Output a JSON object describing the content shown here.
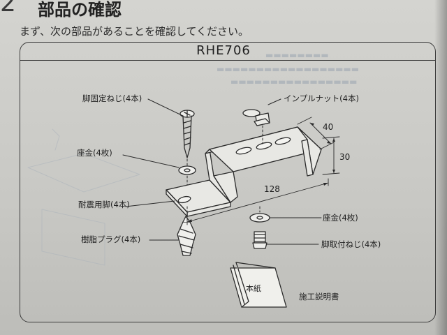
{
  "section": {
    "number": "2",
    "title": "部品の確認"
  },
  "intro_text": "まず、次の部品があることを確認してください。",
  "model": "RHE706",
  "parts": {
    "fixing_screw": "脚固定ねじ(4本)",
    "washer_top": "座金(4枚)",
    "seismic_leg": "耐震用脚(4本)",
    "resin_plug": "樹脂プラグ(4本)",
    "impull_nut": "インプルナット(4本)",
    "washer_bottom": "座金(4枚)",
    "mounting_screw": "脚取付ねじ(4本)",
    "main_sheet": "本紙",
    "instructions": "施工説明書"
  },
  "dimensions": {
    "height": "40",
    "depth": "30",
    "length": "128"
  }
}
